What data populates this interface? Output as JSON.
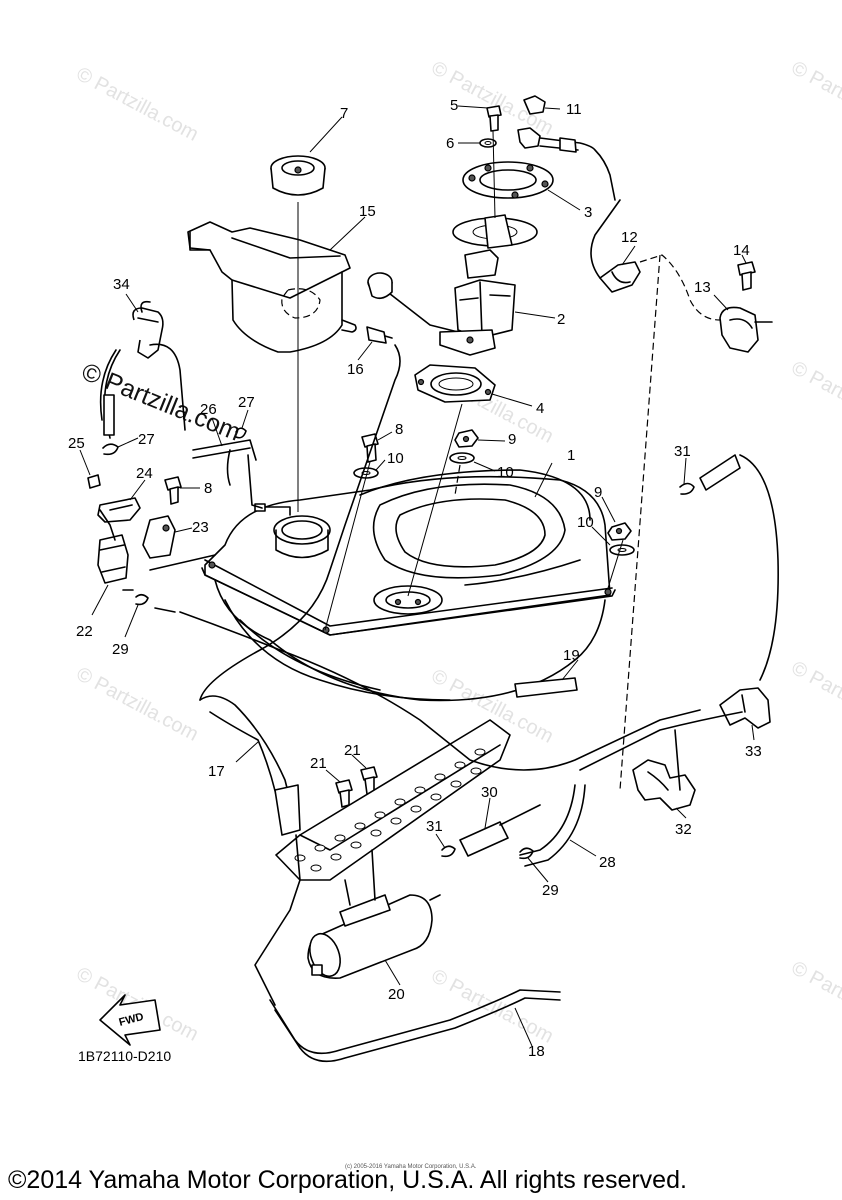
{
  "diagram": {
    "part_numbers": [
      "1",
      "2",
      "3",
      "4",
      "5",
      "6",
      "7",
      "8",
      "8",
      "9",
      "9",
      "10",
      "10",
      "10",
      "11",
      "12",
      "13",
      "14",
      "15",
      "16",
      "17",
      "18",
      "19",
      "20",
      "21",
      "21",
      "22",
      "23",
      "24",
      "25",
      "26",
      "27",
      "27",
      "28",
      "29",
      "29",
      "30",
      "31",
      "31",
      "32",
      "33",
      "34"
    ],
    "diagram_code": "1B72110-D210",
    "direction_label": "FWD",
    "watermark_text": "© Partzilla.com",
    "inner_copyright": "(c) 2005-2016 Yamaha Motor Corporation, U.S.A.",
    "copyright": "©2014 Yamaha Motor Corporation, U.S.A. All rights reserved."
  }
}
